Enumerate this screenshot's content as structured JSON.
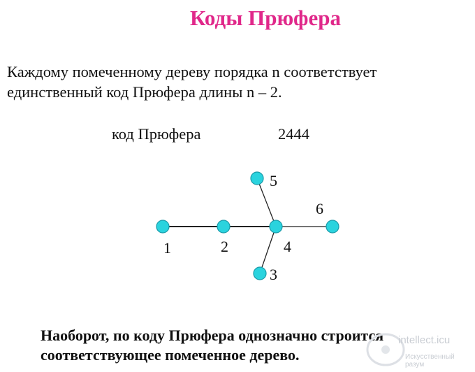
{
  "title": "Коды Прюфера",
  "paragraph": {
    "line1": "Каждому помеченному дереву порядка  n   соответствует",
    "line2": "единственный код  Прюфера  длины    n – 2."
  },
  "code": {
    "label": "код    Прюфера",
    "value": "2444"
  },
  "tree": {
    "nodes": [
      {
        "id": "1",
        "label": "1"
      },
      {
        "id": "2",
        "label": "2"
      },
      {
        "id": "4",
        "label": "4"
      },
      {
        "id": "6",
        "label": "6"
      },
      {
        "id": "5",
        "label": "5"
      },
      {
        "id": "3",
        "label": "3"
      }
    ],
    "edges": [
      [
        "1",
        "2"
      ],
      [
        "2",
        "4"
      ],
      [
        "4",
        "6"
      ],
      [
        "4",
        "5"
      ],
      [
        "4",
        "3"
      ]
    ],
    "node_color": "#2ad3de"
  },
  "bottom_text": {
    "line1": "Наоборот, по коду Прюфера однозначно строится",
    "line2": "соответствующее   помеченное дерево."
  },
  "watermark": {
    "line1": "intellect.icu",
    "line2": "Искусственный разум"
  }
}
